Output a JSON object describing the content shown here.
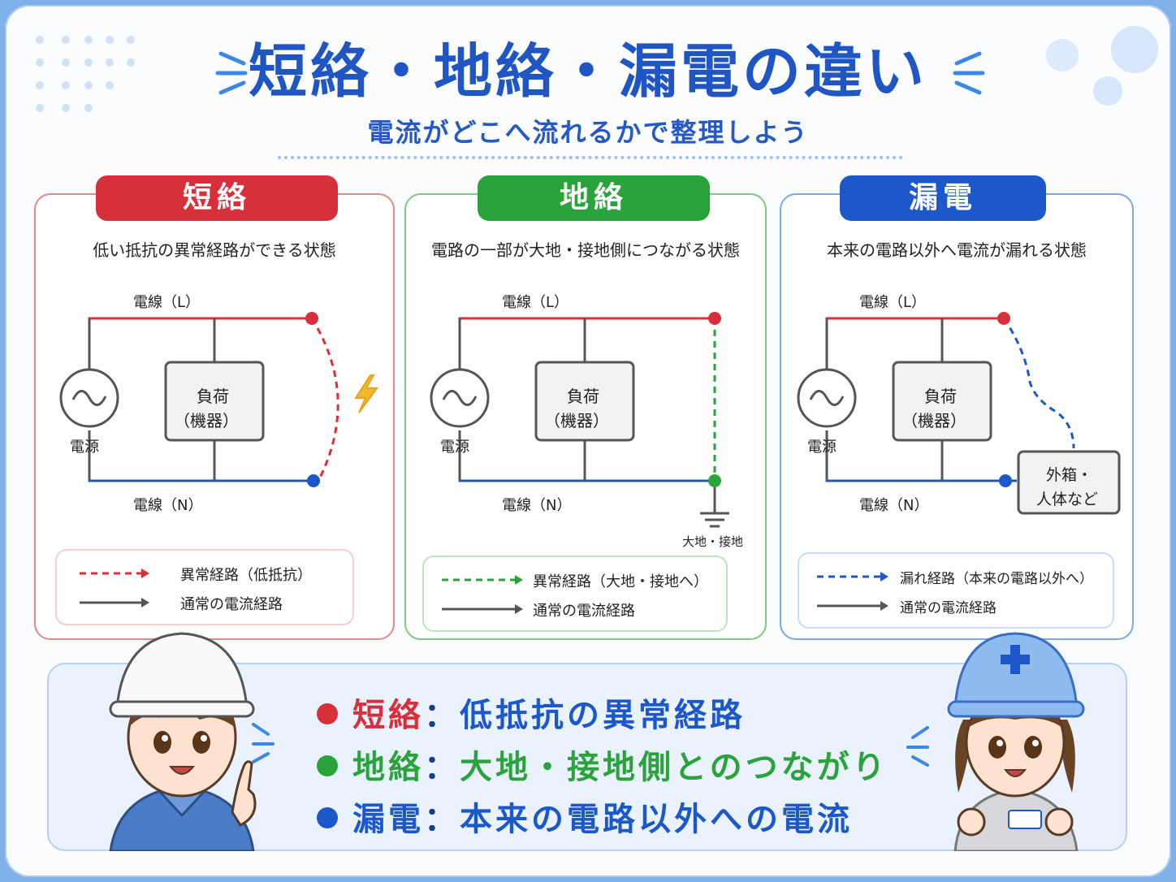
{
  "title": "短絡・地絡・漏電の違い",
  "subtitle": "電流がどこへ流れるかで整理しよう",
  "colors": {
    "red": "#d8303a",
    "green": "#2aa33c",
    "blue": "#1c58c9"
  },
  "panels": [
    {
      "head": "短絡",
      "desc": "低い抵抗の異常経路ができる状態",
      "line_l": "電線（L）",
      "line_n": "電線（N）",
      "source": "電源",
      "load1": "負荷",
      "load2": "（機器）",
      "legend_abnormal": "異常経路（低抵抗）",
      "legend_normal": "通常の電流経路"
    },
    {
      "head": "地絡",
      "desc": "電路の一部が大地・接地側につながる状態",
      "line_l": "電線（L）",
      "line_n": "電線（N）",
      "source": "電源",
      "load1": "負荷",
      "load2": "（機器）",
      "ground": "大地・接地",
      "legend_abnormal": "異常経路（大地・接地へ）",
      "legend_normal": "通常の電流経路"
    },
    {
      "head": "漏電",
      "desc": "本来の電路以外へ電流が漏れる状態",
      "line_l": "電線（L）",
      "line_n": "電線（N）",
      "source": "電源",
      "load1": "負荷",
      "load2": "（機器）",
      "case1": "外箱・",
      "case2": "人体など",
      "legend_abnormal": "漏れ経路（本来の電路以外へ）",
      "legend_normal": "通常の電流経路"
    }
  ],
  "summary": [
    {
      "term": "短絡",
      "sep": "：",
      "text": "低抵抗の異常経路"
    },
    {
      "term": "地絡",
      "sep": "：",
      "text": "大地・接地側とのつながり"
    },
    {
      "term": "漏電",
      "sep": "：",
      "text": "本来の電路以外への電流"
    }
  ],
  "icons": [
    "lightning-icon",
    "ac-source-icon",
    "ground-icon",
    "worker-boy-icon",
    "worker-girl-icon"
  ]
}
